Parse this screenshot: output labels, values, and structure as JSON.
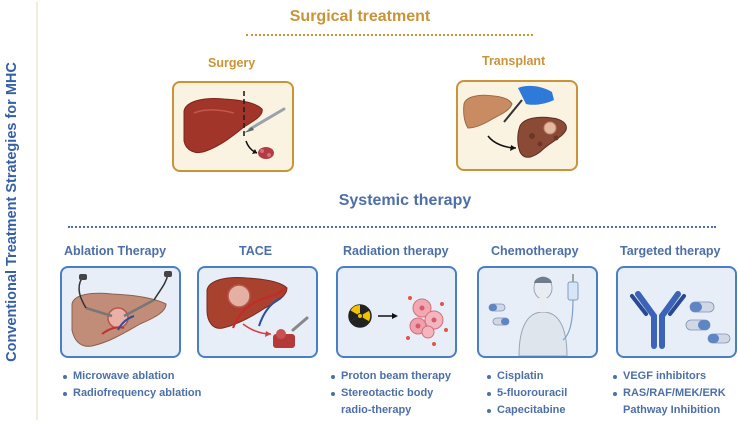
{
  "side_title": "Conventional Treatment Strategies for MHC",
  "surgical": {
    "title": "Surgical treatment",
    "items": [
      {
        "label": "Surgery"
      },
      {
        "label": "Transplant"
      }
    ]
  },
  "systemic": {
    "title": "Systemic therapy",
    "columns": [
      {
        "title": "Ablation Therapy",
        "items": [
          "Microwave ablation",
          "Radiofrequency ablation"
        ]
      },
      {
        "title": "TACE",
        "items": []
      },
      {
        "title": "Radiation therapy",
        "items": [
          "Proton beam therapy",
          "Stereotactic body",
          "radio-therapy"
        ]
      },
      {
        "title": "Chemotherapy",
        "items": [
          "Cisplatin",
          "5-fluorouracil",
          "Capecitabine"
        ]
      },
      {
        "title": "Targeted therapy",
        "items": [
          "VEGF inhibitors",
          "RAS/RAF/MEK/ERK",
          "Pathway Inhibition"
        ]
      }
    ]
  },
  "colors": {
    "surgical_accent": "#c99438",
    "systemic_accent": "#4d6fa8",
    "box_border_blue": "#4a7fc5",
    "liver": "#a2352a"
  }
}
